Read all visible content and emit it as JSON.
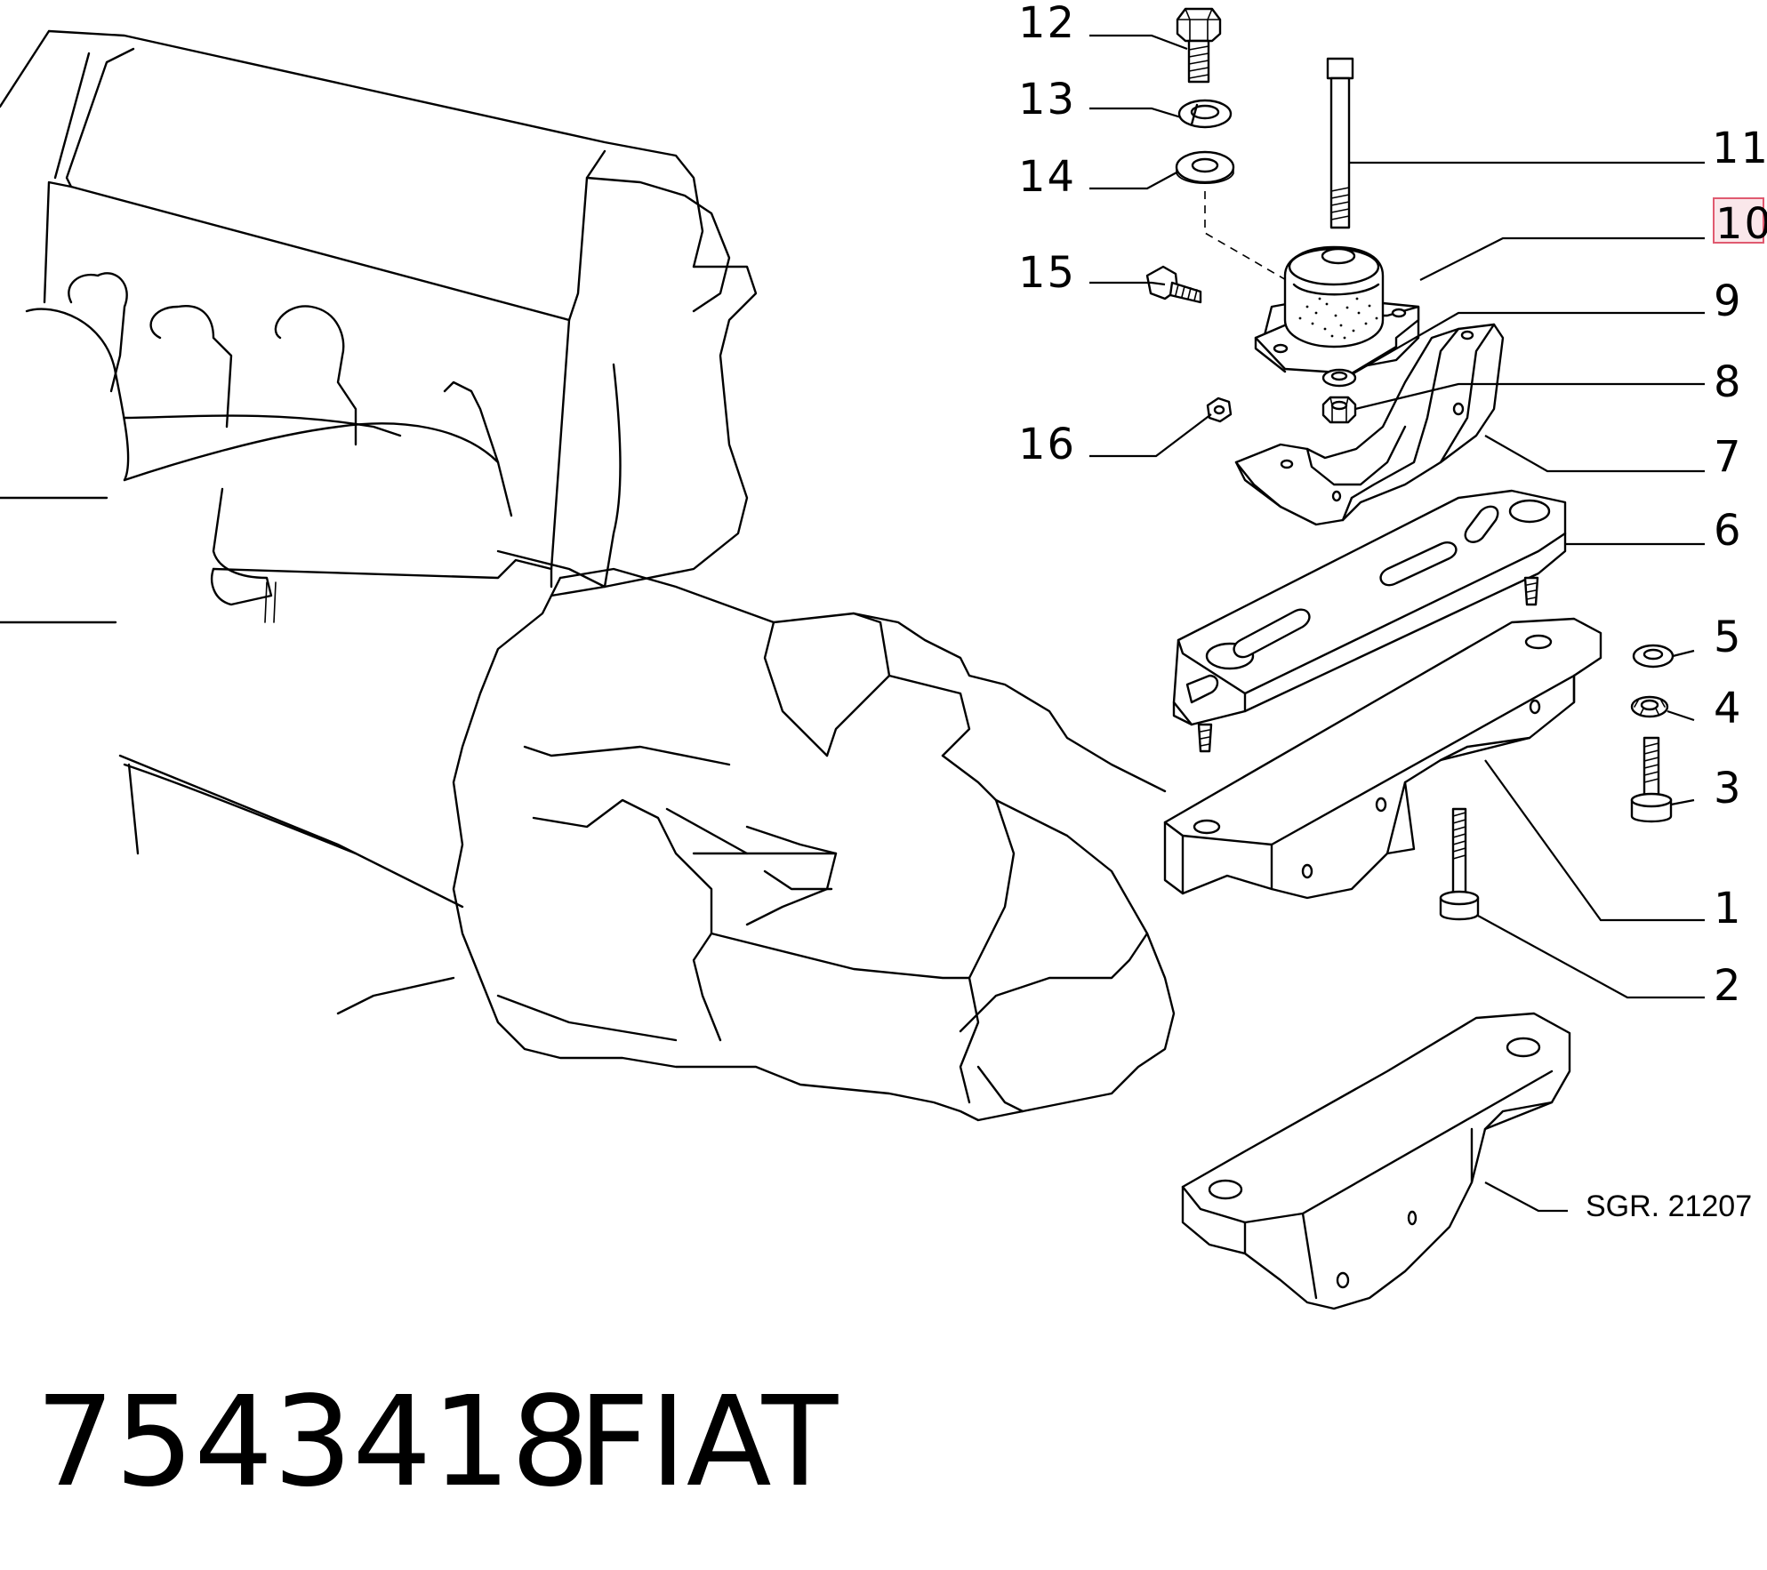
{
  "callouts": [
    {
      "id": "12",
      "label": "12"
    },
    {
      "id": "13",
      "label": "13"
    },
    {
      "id": "14",
      "label": "14"
    },
    {
      "id": "11",
      "label": "11"
    },
    {
      "id": "10",
      "label": "10",
      "highlighted": true
    },
    {
      "id": "9",
      "label": "9"
    },
    {
      "id": "15",
      "label": "15"
    },
    {
      "id": "8",
      "label": "8"
    },
    {
      "id": "16",
      "label": "16"
    },
    {
      "id": "7",
      "label": "7"
    },
    {
      "id": "6",
      "label": "6"
    },
    {
      "id": "5",
      "label": "5"
    },
    {
      "id": "4",
      "label": "4"
    },
    {
      "id": "3",
      "label": "3"
    },
    {
      "id": "1",
      "label": "1"
    },
    {
      "id": "2",
      "label": "2"
    }
  ],
  "group_reference": "SGR. 21207",
  "footer": {
    "part_number": "7543418",
    "brand": "FIAT"
  },
  "colors": {
    "line": "#000000",
    "highlight": "#e05a70",
    "background": "#ffffff"
  }
}
